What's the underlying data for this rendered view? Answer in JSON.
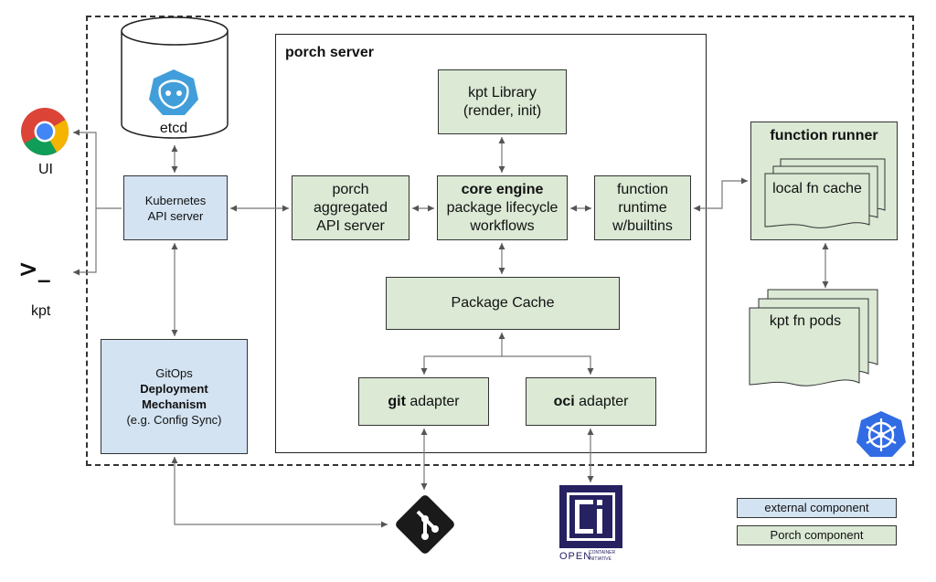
{
  "cluster": {},
  "etcd": {
    "label": "etcd"
  },
  "ui_client": {
    "label": "UI"
  },
  "kpt_client": {
    "label": "kpt",
    "prompt": ">_"
  },
  "k8s_api": {
    "line1": "Kubernetes",
    "line2": "API server"
  },
  "gitops": {
    "line1": "GitOps",
    "line2": "Deployment",
    "line3": "Mechanism",
    "line4": "(e.g. Config Sync)"
  },
  "porch_server": {
    "title": "porch server",
    "kpt_library": {
      "line1": "kpt Library",
      "line2": "(render, init)"
    },
    "aggregated_api": {
      "line1": "porch",
      "line2": "aggregated",
      "line3": "API server"
    },
    "core_engine": {
      "line1": "core engine",
      "line2": "package lifecycle",
      "line3": "workflows"
    },
    "fn_runtime": {
      "line1": "function",
      "line2": "runtime",
      "line3": "w/builtins"
    },
    "package_cache": {
      "label": "Package Cache"
    },
    "git_adapter": {
      "bold": "git",
      "rest": " adapter"
    },
    "oci_adapter": {
      "bold": "oci",
      "rest": " adapter"
    }
  },
  "function_runner": {
    "title": "function runner",
    "cache_label": "local fn cache"
  },
  "fn_pods": {
    "label": "kpt fn pods"
  },
  "oci_logo": {
    "word": "OPEN",
    "small1": "CONTAINER",
    "small2": "INITIATIVE"
  },
  "legend": {
    "external": "external component",
    "porch": "Porch component"
  },
  "colors": {
    "porch_green": "#dbe9d5",
    "external_blue": "#d3e3f2",
    "k8s_blue": "#326ce5"
  }
}
